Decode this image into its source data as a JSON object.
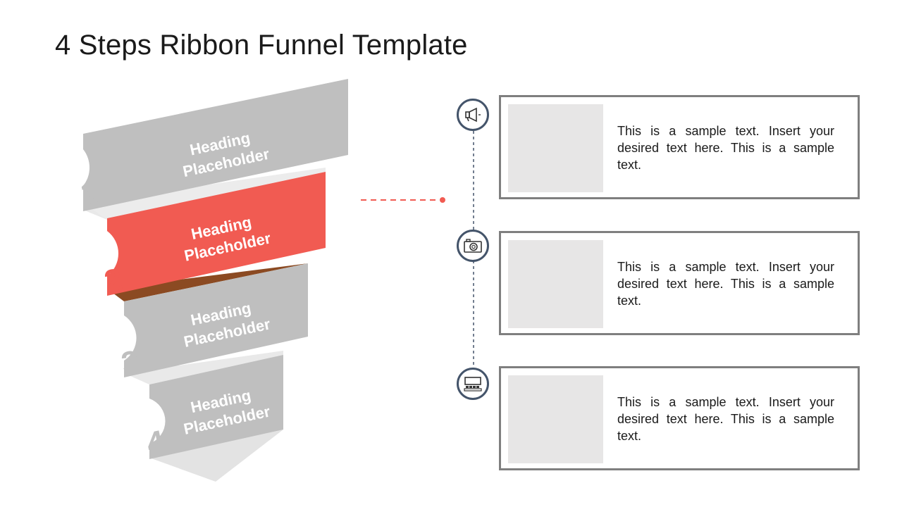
{
  "slide": {
    "title": "4 Steps Ribbon Funnel Template"
  },
  "funnel": {
    "steps": [
      {
        "number": "1",
        "heading_line1": "Heading",
        "heading_line2": "Placeholder",
        "active": false
      },
      {
        "number": "2",
        "heading_line1": "Heading",
        "heading_line2": "Placeholder",
        "active": true
      },
      {
        "number": "3",
        "heading_line1": "Heading",
        "heading_line2": "Placeholder",
        "active": false
      },
      {
        "number": "4",
        "heading_line1": "Heading",
        "heading_line2": "Placeholder",
        "active": false
      }
    ]
  },
  "panels": [
    {
      "icon": "megaphone-icon",
      "text": "This is a sample text. Insert your desired text here. This is a sample text."
    },
    {
      "icon": "camera-icon",
      "text": "This is a sample text. Insert your desired text here. This is a sample text."
    },
    {
      "icon": "cinema-screen-icon",
      "text": "This is a sample text. Insert your desired text here. This is a sample text."
    }
  ],
  "colors": {
    "accent": "#f15b52",
    "ribbon_gray": "#bfbfbf",
    "fold_dark": "#8b4a22",
    "icon_ring": "#44546a",
    "panel_border": "#7f7f7f",
    "placeholder_fill": "#e7e6e6"
  }
}
